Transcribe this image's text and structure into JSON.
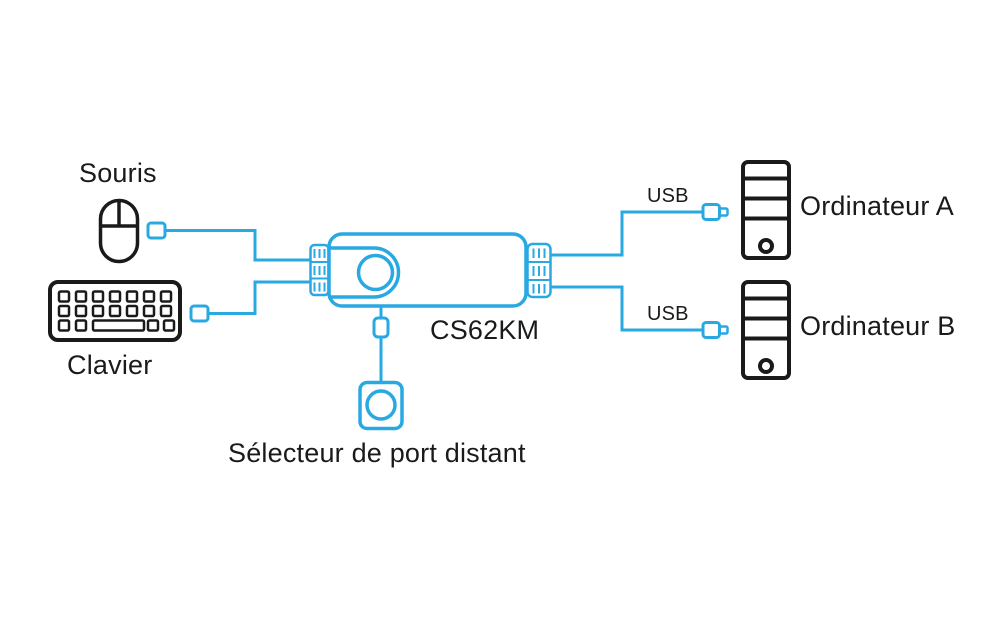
{
  "colors": {
    "accent": "#29a9e2",
    "ink": "#1a1a1a",
    "background": "#ffffff"
  },
  "labels": {
    "mouse": "Souris",
    "keyboard": "Clavier",
    "device": "CS62KM",
    "port_selector": "Sélecteur de port distant",
    "usb_a": "USB",
    "usb_b": "USB",
    "computer_a": "Ordinateur A",
    "computer_b": "Ordinateur B"
  },
  "icons": {
    "mouse-icon": "outline-two-button-mouse",
    "keyboard-icon": "outline-keyboard-with-keys",
    "kvm-device-icon": "rounded-cable-kvm-body-with-circle",
    "strain-relief-icon": "ribbed-cable-block",
    "usb-plug-icon": "usb-connector-plug",
    "computer-tower-icon": "outline-tower-pc-with-power-button",
    "remote-port-selector-icon": "square-button-with-circle"
  }
}
